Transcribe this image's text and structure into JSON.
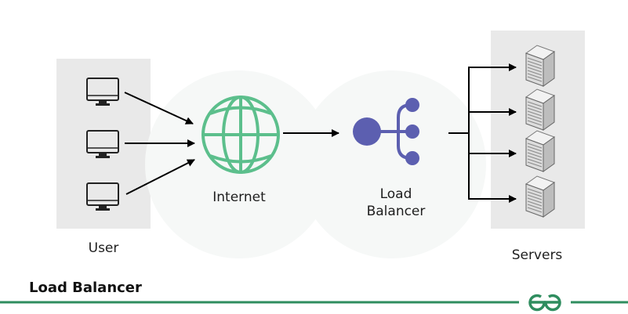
{
  "diagram": {
    "user_label": "User",
    "internet_label": "Internet",
    "load_balancer_label_line1": "Load",
    "load_balancer_label_line2": "Balancer",
    "servers_label": "Servers",
    "user_devices": [
      "monitor",
      "monitor",
      "monitor"
    ],
    "servers": [
      "server",
      "server",
      "server",
      "server"
    ]
  },
  "footer": {
    "title": "Load Balancer",
    "logo_text": "ƏG"
  },
  "colors": {
    "panel": "#e9e9e9",
    "globe": "#5cbf8c",
    "load_balancer": "#5c5fb0",
    "brand_green": "#2f8d5f",
    "arrow": "#000000"
  }
}
